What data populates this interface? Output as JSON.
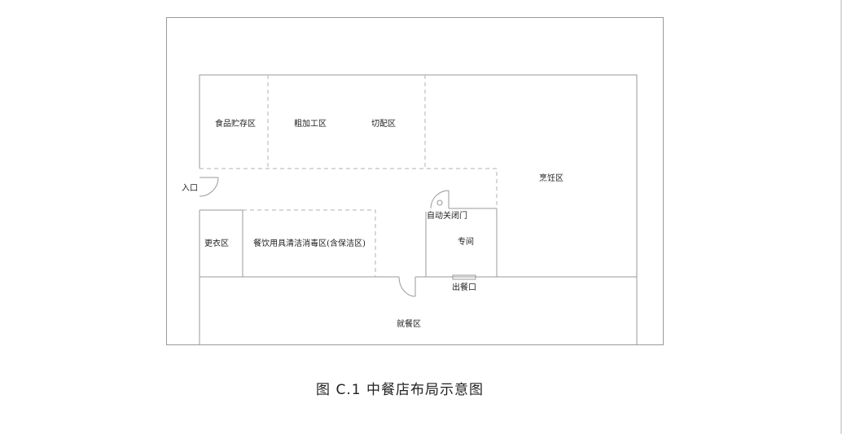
{
  "diagram": {
    "labels": {
      "food_storage": "食品贮存区",
      "rough_processing": "粗加工区",
      "cutting": "切配区",
      "cooking": "烹饪区",
      "entrance": "入口",
      "auto_close_door": "自动关闭门",
      "private_room": "专间",
      "changing_room": "更衣区",
      "utensil_cleaning": "餐饮用具清洁消毒区(含保洁区)",
      "serving_window": "出餐口",
      "dining_area": "就餐区"
    },
    "colors": {
      "wall": "#9a9a9a",
      "dashed": "#b0b0b0",
      "text": "#222222"
    }
  },
  "caption": {
    "text": "图 C.1   中餐店布局示意图"
  }
}
